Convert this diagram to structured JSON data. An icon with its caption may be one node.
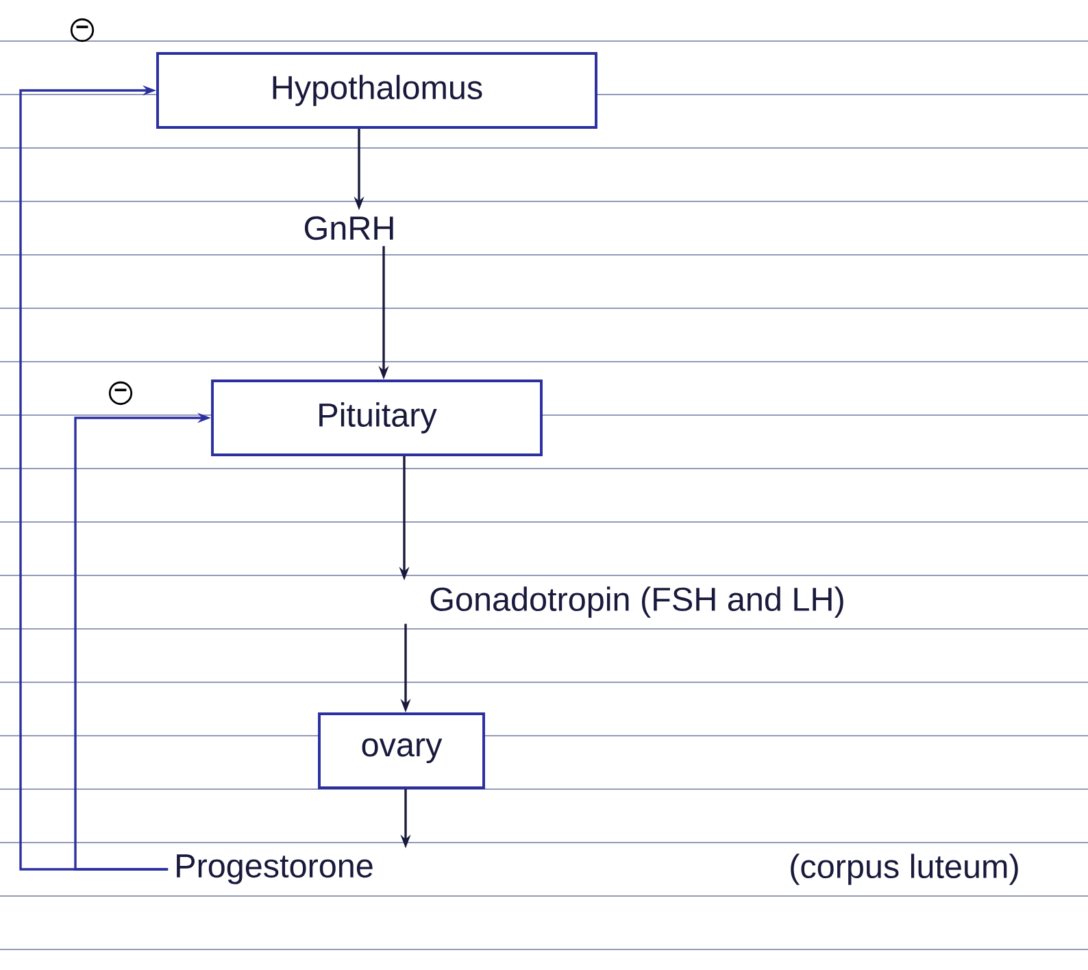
{
  "diagram": {
    "nodes": [
      {
        "text": [
          "Hypothalomus"
        ]
      },
      {
        "text": [
          "GnRH"
        ]
      },
      {
        "text": [
          "Pituitary"
        ]
      },
      {
        "text": [
          "Gonadotropin (FSH and LH)"
        ]
      },
      {
        "text": [
          "ovary"
        ]
      },
      {
        "text": [
          "Progestorone"
        ]
      }
    ],
    "labels": [
      "(corpus luteum)"
    ],
    "edges": [
      {
        "from": 0,
        "to": 1,
        "arrow": "to"
      },
      {
        "from": 1,
        "to": 2,
        "arrow": "to"
      },
      {
        "from": 2,
        "to": 3,
        "arrow": "to"
      },
      {
        "from": 3,
        "to": 4,
        "arrow": "to"
      },
      {
        "from": 4,
        "to": 5,
        "arrow": "to"
      },
      {
        "from": 5,
        "to": 0,
        "arrow": "to",
        "label": "−",
        "color": "#2b2fa0"
      },
      {
        "from": 5,
        "to": 2,
        "arrow": "to",
        "label": "−",
        "color": "#2b2fa0"
      }
    ]
  }
}
